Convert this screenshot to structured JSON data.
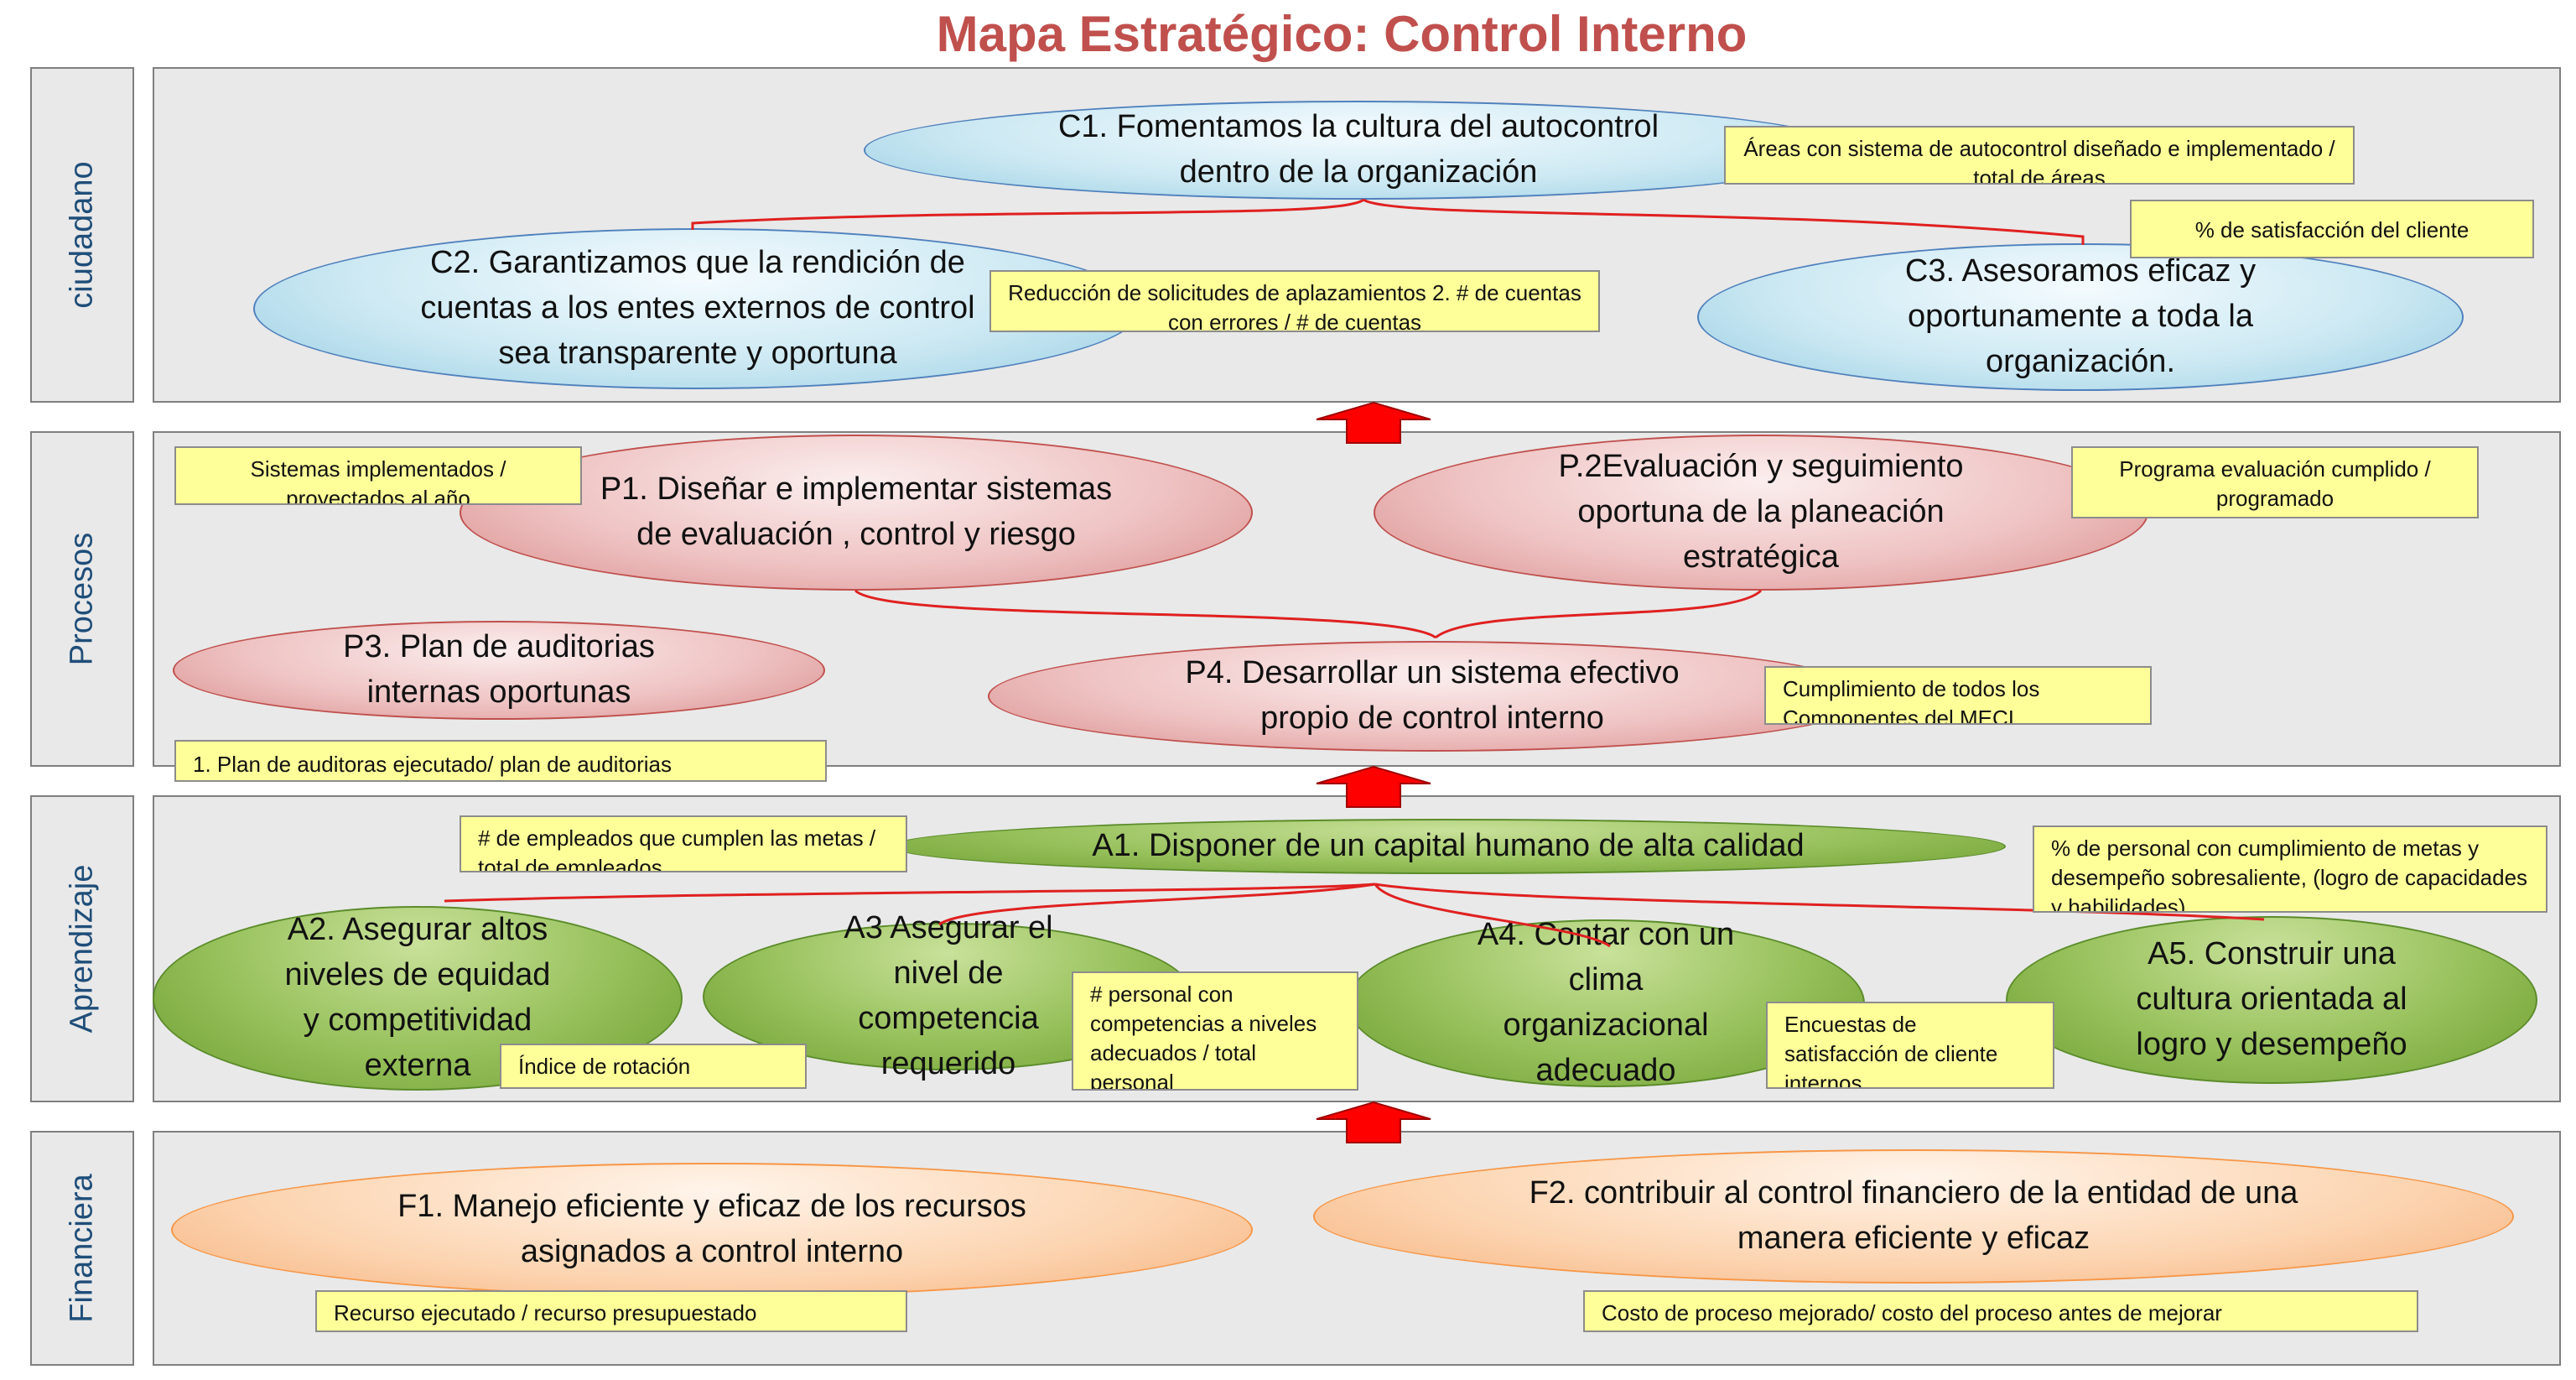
{
  "title": "Mapa Estratégico: Control Interno",
  "colors": {
    "title": "#c0504d",
    "perspective_label": "#1f4e79",
    "kpi_fill": "#ffff99",
    "connector": "#e02020",
    "arrow": "#ff0000"
  },
  "perspectives": {
    "ciudadano": "ciudadano",
    "procesos": "Procesos",
    "aprendizaje": "Aprendizaje",
    "financiera": "Financiera"
  },
  "objectives": {
    "c1": "C1. Fomentamos la cultura del autocontrol dentro de la organización",
    "c2": "C2. Garantizamos que la rendición de cuentas a los entes externos de control sea transparente y oportuna",
    "c3": "C3. Asesoramos eficaz y oportunamente a toda la organización.",
    "p1": "P1. Diseñar e implementar sistemas de evaluación , control y riesgo",
    "p2": "P.2Evaluación y seguimiento oportuna de la planeación estratégica",
    "p3": "P3. Plan de auditorias internas oportunas",
    "p4": "P4. Desarrollar un sistema efectivo propio de control interno",
    "a1": "A1. Disponer de un capital humano de alta calidad",
    "a2": "A2. Asegurar altos niveles de equidad y competitividad externa",
    "a3": "A3 Asegurar el nivel de competencia requerido",
    "a4": "A4. Contar con un clima organizacional adecuado",
    "a5": "A5. Construir una cultura orientada al logro y desempeño",
    "f1": "F1. Manejo eficiente y eficaz de los recursos asignados a control interno",
    "f2": "F2. contribuir al control financiero de la entidad de una manera eficiente y eficaz"
  },
  "indicators": {
    "c1": "Áreas con sistema de autocontrol diseñado e implementado / total de áreas",
    "c2": "Reducción de solicitudes de aplazamientos 2. # de cuentas con errores / # de cuentas",
    "c3": "% de satisfacción del cliente",
    "p1": "Sistemas implementados / proyectados al año",
    "p2": "Programa evaluación cumplido / programado",
    "p3": "1. Plan de auditoras ejecutado/ plan de auditorias",
    "p4": "Cumplimiento de todos los Componentes del MECI",
    "a1": "# de empleados que cumplen las metas / total de empleados",
    "a2": "Índice de rotación",
    "a3": "# personal con competencias a niveles adecuados / total personal",
    "a4": "Encuestas de satisfacción de cliente internos.",
    "a5": "% de personal con cumplimiento de metas y desempeño sobresaliente, (logro de capacidades y habilidades)",
    "f1": "Recurso ejecutado / recurso presupuestado",
    "f2": "Costo de proceso mejorado/ costo del proceso antes de mejorar"
  }
}
